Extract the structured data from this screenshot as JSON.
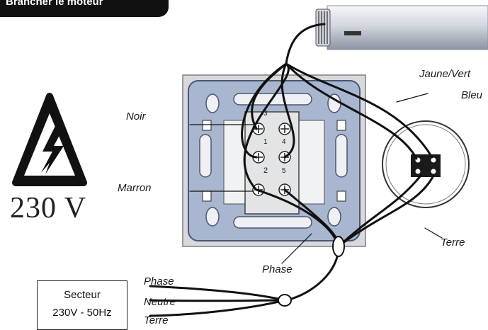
{
  "header": {
    "title": "Brancher le moteur"
  },
  "warning": {
    "icon": "high-voltage-warning-icon",
    "voltage": "230 V"
  },
  "wires": {
    "noir": "Noir",
    "marron": "Marron",
    "jaune_vert": "Jaune/Vert",
    "bleu": "Bleu",
    "terre_right": "Terre",
    "phase_center": "Phase",
    "phase_supply": "Phase",
    "neutre_supply": "Neutre",
    "terre_supply": "Terre"
  },
  "terminals": {
    "t1": "1",
    "t2": "2",
    "t3": "3",
    "t4": "4",
    "t5": "5"
  },
  "supply": {
    "line1": "Secteur",
    "line2": "230V - 50Hz"
  },
  "colors": {
    "plate": "#a9b6cf",
    "frame": "#d7d9dd",
    "wire": "#111111"
  }
}
